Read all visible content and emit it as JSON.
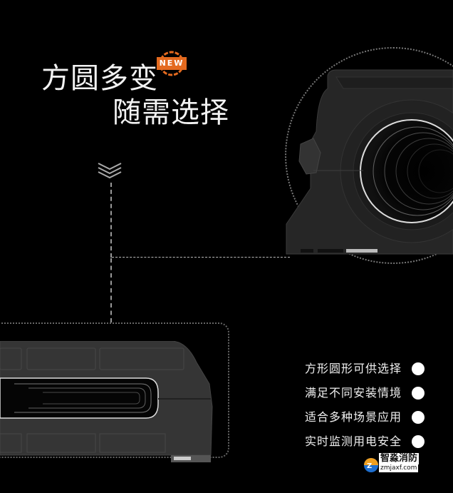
{
  "header": {
    "title_line1": "方圆多变",
    "title_line2": "随需选择",
    "badge": "NEW"
  },
  "colors": {
    "background": "#000000",
    "accent": "#e46a1f",
    "text": "#f2f2f2",
    "device": "#2a2a2a"
  },
  "features": [
    {
      "label": "方形圆形可供选择"
    },
    {
      "label": "满足不同安装情境"
    },
    {
      "label": "适合多种场景应用"
    },
    {
      "label": "实时监测用电安全"
    }
  ],
  "products": [
    {
      "name": "round-current-transformer"
    },
    {
      "name": "square-current-transformer"
    }
  ],
  "watermark": {
    "name": "智淼消防",
    "url": "zmjaxf.com"
  }
}
